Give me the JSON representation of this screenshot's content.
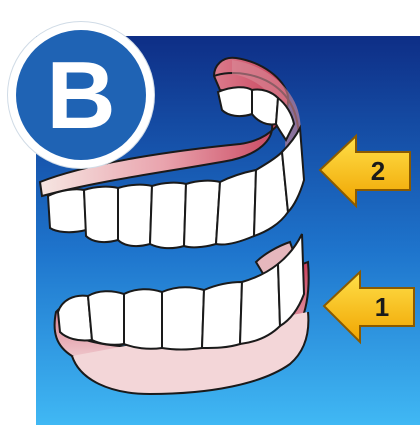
{
  "badge": {
    "letter": "B"
  },
  "markers": [
    {
      "number": "2"
    },
    {
      "number": "1"
    }
  ],
  "colors": {
    "panel_top": "#0e2e86",
    "panel_bottom": "#40b8f4",
    "badge": "#1f63b4",
    "arrow": "#f6b800",
    "gum": "#d45068",
    "tooth": "#ffffff"
  }
}
